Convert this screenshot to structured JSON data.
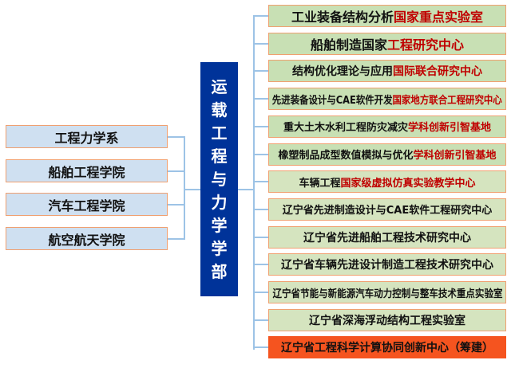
{
  "center_title": [
    "运",
    "载",
    "工",
    "程",
    "与",
    "力",
    "学",
    "学",
    "部"
  ],
  "left_units": [
    "工程力学系",
    "船舶工程学院",
    "汽车工程学院",
    "航空航天学院"
  ],
  "platforms": [
    {
      "black": "工业装备结构分析",
      "red": "国家重点实验室"
    },
    {
      "black": "船舶制造国家",
      "red": "工程研究中心"
    },
    {
      "black": "结构优化理论与应用",
      "red": "国际联合研究中心"
    },
    {
      "black": "先进装备设计与CAE软件开发",
      "red": "国家地方联合工程研究中心"
    },
    {
      "black": "重大土木水利工程防灾减灾",
      "red": "学科创新引智基地"
    },
    {
      "black": "橡塑制品成型数值模拟与优化",
      "red": "学科创新引智基地"
    },
    {
      "black": "车辆工程",
      "red": "国家级虚拟仿真实验教学中心"
    },
    {
      "black": "辽宁省先进制造设计与CAE软件工程研究中心",
      "red": ""
    },
    {
      "black": "辽宁省先进船舶工程技术研究中心",
      "red": ""
    },
    {
      "black": "辽宁省车辆先进设计制造工程技术研究中心",
      "red": ""
    },
    {
      "black": "辽宁省节能与新能源汽车动力控制与整车技术重点实验室",
      "red": ""
    },
    {
      "black": "辽宁省深海浮动结构工程实验室",
      "red": ""
    },
    {
      "black": "辽宁省工程科学计算协同创新中心（筹建）",
      "red": ""
    }
  ]
}
